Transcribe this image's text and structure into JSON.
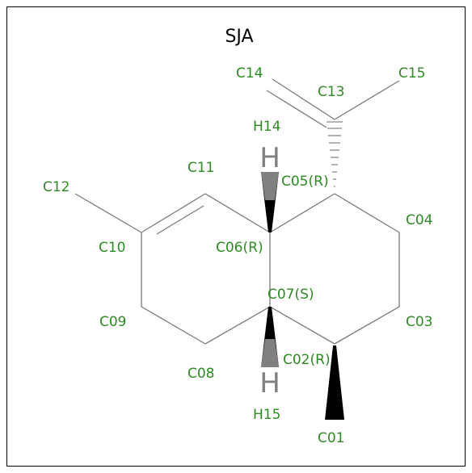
{
  "title": "SJA",
  "colors": {
    "label": "#2e8b23",
    "bond": "#7a7a7a",
    "wedge": "#000000",
    "hydrogen_wedge": "#808080",
    "title": "#000000",
    "frame": "#000000"
  },
  "labels": {
    "c01": "C01",
    "c02": "C02(R)",
    "c03": "C03",
    "c04": "C04",
    "c05": "C05(R)",
    "c06": "C06(R)",
    "c07": "C07(S)",
    "c08": "C08",
    "c09": "C09",
    "c10": "C10",
    "c11": "C11",
    "c12": "C12",
    "c13": "C13",
    "c14": "C14",
    "c15": "C15",
    "h14": "H14",
    "h15": "H15"
  },
  "hydrogen_glyph": "H"
}
